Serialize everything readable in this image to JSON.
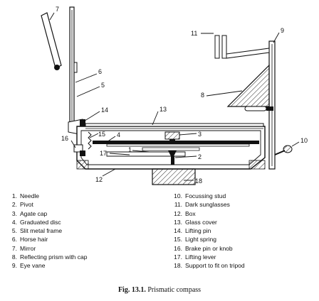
{
  "diagram": {
    "callouts": [
      "1",
      "2",
      "3",
      "4",
      "5",
      "6",
      "7",
      "8",
      "9",
      "10",
      "11",
      "12",
      "13",
      "14",
      "15",
      "16",
      "17",
      "18"
    ]
  },
  "legend": {
    "left": [
      {
        "num": "1.",
        "text": "Needle"
      },
      {
        "num": "2.",
        "text": "Pivot"
      },
      {
        "num": "3.",
        "text": "Agate cap"
      },
      {
        "num": "4.",
        "text": "Graduated disc"
      },
      {
        "num": "5.",
        "text": "Slit metal frame"
      },
      {
        "num": "6.",
        "text": "Horse hair"
      },
      {
        "num": "7.",
        "text": "Mirror"
      },
      {
        "num": "8.",
        "text": "Reflecting prism with cap"
      },
      {
        "num": "9.",
        "text": "Eye vane"
      }
    ],
    "right": [
      {
        "num": "10.",
        "text": "Focussing stud"
      },
      {
        "num": "11.",
        "text": "Dark sunglasses"
      },
      {
        "num": "12.",
        "text": "Box"
      },
      {
        "num": "13.",
        "text": "Glass cover"
      },
      {
        "num": "14.",
        "text": "Lifting pin"
      },
      {
        "num": "15.",
        "text": "Light spring"
      },
      {
        "num": "16.",
        "text": "Brake pin or knob"
      },
      {
        "num": "17.",
        "text": "Lifting lever"
      },
      {
        "num": "18.",
        "text": "Support to fit on tripod"
      }
    ]
  },
  "caption": {
    "fig": "Fig. 13.1.",
    "title": "Prismatic compass"
  }
}
